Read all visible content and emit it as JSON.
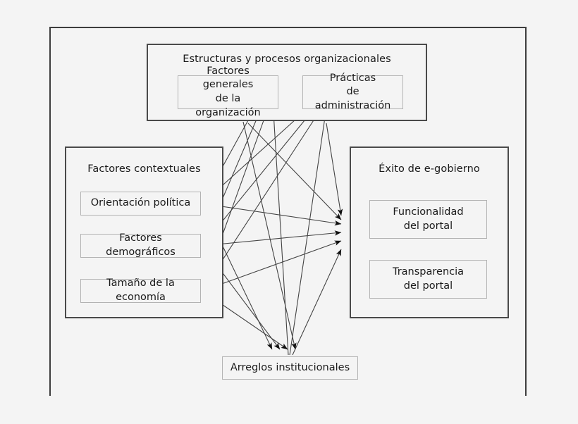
{
  "diagram": {
    "title_visible": false,
    "background_color": "#f4f4f4",
    "frame_color": "#3d3d3d",
    "group_border_color": "#4a4a4a",
    "node_border_color": "#b3b3b3",
    "arrow_color": "#1a1a1a",
    "groups": [
      {
        "id": "organizational",
        "label": "Estructuras y procesos organizacionales",
        "nodes": [
          {
            "id": "factores-generales",
            "line1": "Factores generales",
            "line2": "de la organización"
          },
          {
            "id": "practicas-administracion",
            "line1": "Prácticas",
            "line2": "de administración"
          }
        ]
      },
      {
        "id": "contextual",
        "label": "Factores contextuales",
        "nodes": [
          {
            "id": "orientacion-politica",
            "line1": "Orientación política",
            "line2": ""
          },
          {
            "id": "factores-demograficos",
            "line1": "Factores demográficos",
            "line2": ""
          },
          {
            "id": "tamano-economia",
            "line1": "Tamaño de la economía",
            "line2": ""
          }
        ]
      },
      {
        "id": "exito",
        "label": "Éxito de e-gobierno",
        "nodes": [
          {
            "id": "funcionalidad-portal",
            "line1": "Funcionalidad",
            "line2": "del portal"
          },
          {
            "id": "transparencia-portal",
            "line1": "Transparencia",
            "line2": "del portal"
          }
        ]
      }
    ],
    "standalone_nodes": [
      {
        "id": "arreglos-institucionales",
        "label": "Arreglos institucionales"
      }
    ],
    "connector_icons": {
      "internal_arrow": "arrow-right-icon",
      "relation_arrow": "arrow-head-icon"
    }
  }
}
